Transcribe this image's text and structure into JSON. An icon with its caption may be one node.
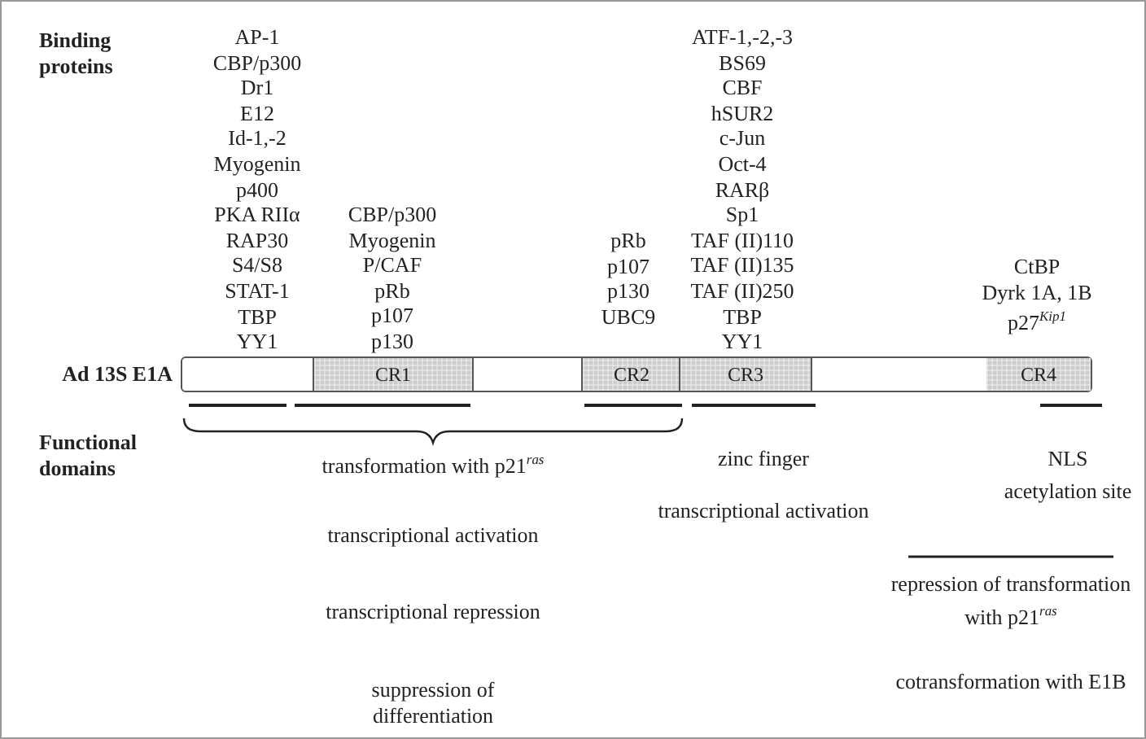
{
  "diagram": {
    "nodes": [
      {
        "text": [
          "Ad 13S E1A"
        ]
      },
      {
        "text": [
          "CR1"
        ],
        "in": 0
      },
      {
        "text": [
          "CR2"
        ],
        "in": 0
      },
      {
        "text": [
          "CR3"
        ],
        "in": 0
      },
      {
        "text": [
          "CR4"
        ],
        "in": 0
      }
    ],
    "edges": [],
    "labels": [
      "Binding proteins",
      "AP-1",
      "CBP/p300",
      "Dr1",
      "E12",
      "Id-1,-2",
      "Myogenin",
      "p400",
      "PKA RIIα",
      "RAP30",
      "S4/S8",
      "STAT-1",
      "TBP",
      "YY1",
      "CBP/p300",
      "Myogenin",
      "P/CAF",
      "pRb",
      "p107",
      "p130",
      "pRb",
      "p107",
      "p130",
      "UBC9",
      "ATF-1,-2,-3",
      "BS69",
      "CBF",
      "hSUR2",
      "c-Jun",
      "Oct-4",
      "RARβ",
      "Sp1",
      "TAF (II)110",
      "TAF (II)135",
      "TAF (II)250",
      "TBP",
      "YY1",
      "CtBP",
      "Dyrk 1A, 1B",
      "p27$^{Kip1}$",
      "Functional domains",
      "transformation with p21$^{ras}$",
      "transcriptional activation",
      "transcriptional repression",
      "suppression of differentiation",
      "zinc finger",
      "transcriptional activation",
      "NLS",
      "acetylation site",
      "repression of transformation with p21$^{ras}$",
      "cotransformation with E1B"
    ]
  }
}
